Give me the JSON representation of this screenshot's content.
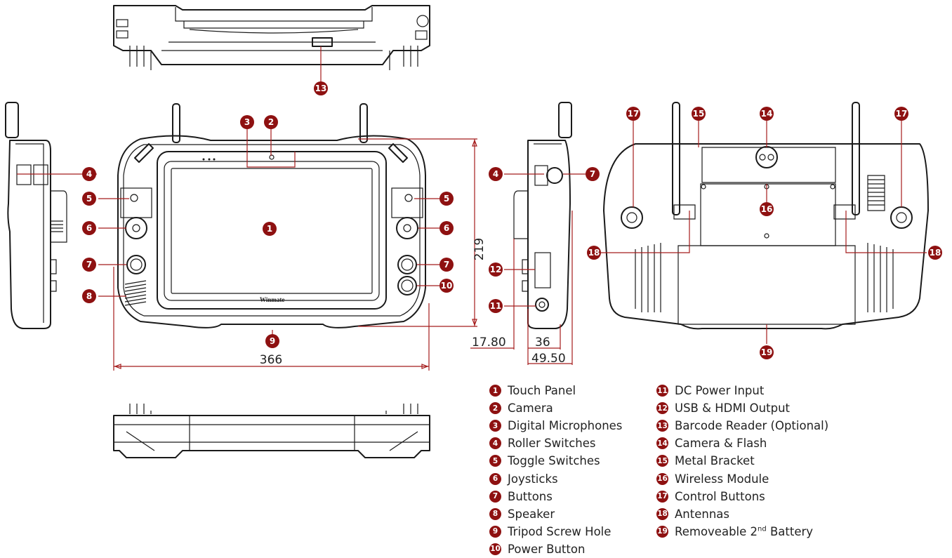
{
  "dimensions": {
    "height": "219",
    "width": "366",
    "depth_a": "17.80",
    "depth_b": "36",
    "depth_c": "49.50"
  },
  "callouts": [
    "1",
    "2",
    "3",
    "4",
    "5",
    "6",
    "7",
    "8",
    "9",
    "10",
    "11",
    "12",
    "13",
    "14",
    "15",
    "16",
    "17",
    "18",
    "19"
  ],
  "legend": {
    "left": [
      {
        "num": "1",
        "label": "Touch Panel"
      },
      {
        "num": "2",
        "label": "Camera"
      },
      {
        "num": "3",
        "label": "Digital Microphones"
      },
      {
        "num": "4",
        "label": "Roller Switches"
      },
      {
        "num": "5",
        "label": "Toggle Switches"
      },
      {
        "num": "6",
        "label": "Joysticks"
      },
      {
        "num": "7",
        "label": "Buttons"
      },
      {
        "num": "8",
        "label": "Speaker"
      },
      {
        "num": "9",
        "label": "Tripod Screw Hole"
      },
      {
        "num": "10",
        "label": "Power Button"
      }
    ],
    "right": [
      {
        "num": "11",
        "label": "DC Power Input"
      },
      {
        "num": "12",
        "label": "USB & HDMI Output"
      },
      {
        "num": "13",
        "label": "Barcode Reader (Optional)"
      },
      {
        "num": "14",
        "label": "Camera & Flash"
      },
      {
        "num": "15",
        "label": "Metal Bracket"
      },
      {
        "num": "16",
        "label": "Wireless Module"
      },
      {
        "num": "17",
        "label": "Control Buttons"
      },
      {
        "num": "18",
        "label": "Antennas"
      },
      {
        "num": "19",
        "label": "Removeable 2",
        "sup": "nd",
        "suffix": " Battery"
      }
    ]
  },
  "colors": {
    "accent": "#8e1111",
    "line": "#1a1a1a",
    "dimension": "#a51c1c"
  }
}
